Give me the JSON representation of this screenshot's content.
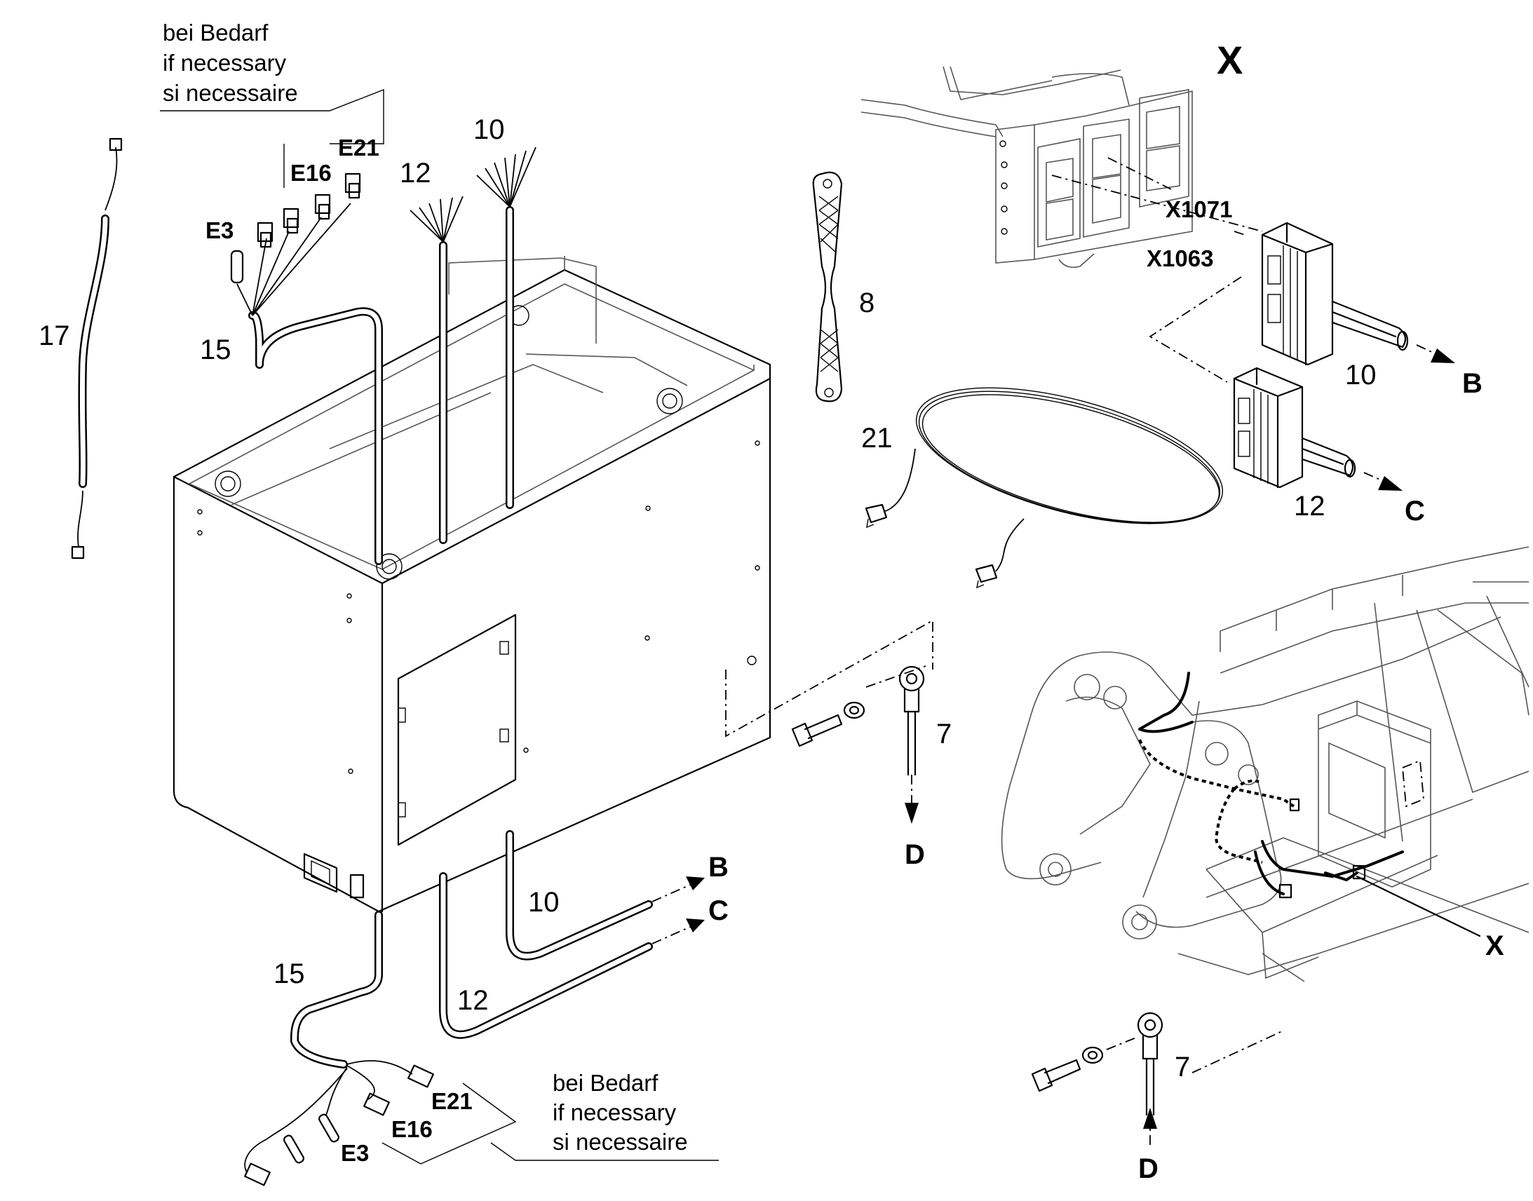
{
  "callouts": {
    "n17": "17",
    "n15_top": "15",
    "n15_bottom": "15",
    "n12_top": "12",
    "n10_top": "10",
    "n12_bottom": "12",
    "n10_bottom": "10",
    "n8": "8",
    "n21": "21",
    "n7_mid": "7",
    "n7_bottom": "7",
    "n10_right": "10",
    "n12_right": "12"
  },
  "letters": {
    "B_mid": "B",
    "C_mid": "C",
    "B_right": "B",
    "C_right": "C",
    "D_mid": "D",
    "D_bottom": "D",
    "X_title": "X",
    "X_frame": "X"
  },
  "connectors": {
    "e3_top": "E3",
    "e16_top": "E16",
    "e21_top": "E21",
    "e3_bottom": "E3",
    "e16_bottom": "E16",
    "e21_bottom": "E21",
    "x1071": "X1071",
    "x1063": "X1063"
  },
  "notes": {
    "top": {
      "line1": "bei Bedarf",
      "line2": "if necessary",
      "line3": "si necessaire"
    },
    "bottom": {
      "line1": "bei Bedarf",
      "line2": "if necessary",
      "line3": "si necessaire"
    }
  }
}
